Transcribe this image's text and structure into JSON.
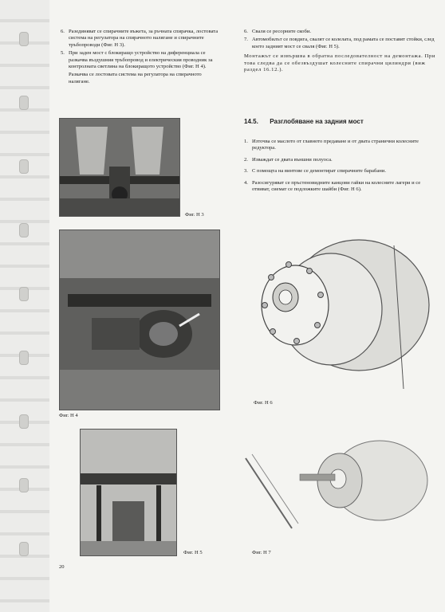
{
  "left_column": {
    "items": [
      {
        "num": "6.",
        "text": "Разединяват се спирачните въжета, за ръчната спирачка, лостовата система на регулатора на спирачното налягане и спирачните тръбопроводи (Фиг. Н 3)."
      },
      {
        "num": "5.",
        "text": "При заден мост с блокиращо устройство на диференциала се разкачва въздушния тръбопровод и електрическия проводник за контролната светлина на блокиращото устройство (Фиг. Н 4)."
      }
    ],
    "extra": "Разкачва се лостовата система на регулатора на спирачното налягане."
  },
  "right_column": {
    "items": [
      {
        "num": "6.",
        "text": "Сваля се ресорните скоби."
      },
      {
        "num": "7.",
        "text": "Автомобилът се повдига, свалят се колелата, под рамата се поставят стойки, след което задният мост се сваля (Фиг. Н 5)."
      }
    ],
    "note": "Монтажът се извършва в обратна последователност на демонтажа. При това следва да се обезвъздушат колесните спирачни цилиндри (виж раздел 16.12.)."
  },
  "section": {
    "number": "14.5.",
    "title": "Разглобяване на задния мост"
  },
  "steps": [
    {
      "num": "1.",
      "text": "Източва се маслото от главното предаване и от двата странични колесните редуктора."
    },
    {
      "num": "2.",
      "text": "Изваждат се двата външни полуоса."
    },
    {
      "num": "3.",
      "text": "С помощта на винтове се демонтират спирачните барабани."
    },
    {
      "num": "4.",
      "text": "Разосигуряват се пръстеновидните канцови гайки на колесните лагери и се отвиват, сиемат се подложките шайби (Фиг. Н 6)."
    }
  ],
  "figures": {
    "h3": "Фиг. Н 3",
    "h4": "Фиг. Н 4",
    "h5": "Фиг. Н 5",
    "h6": "Фиг. Н 6",
    "h7": "Фиг. Н 7"
  },
  "page_number": "20"
}
